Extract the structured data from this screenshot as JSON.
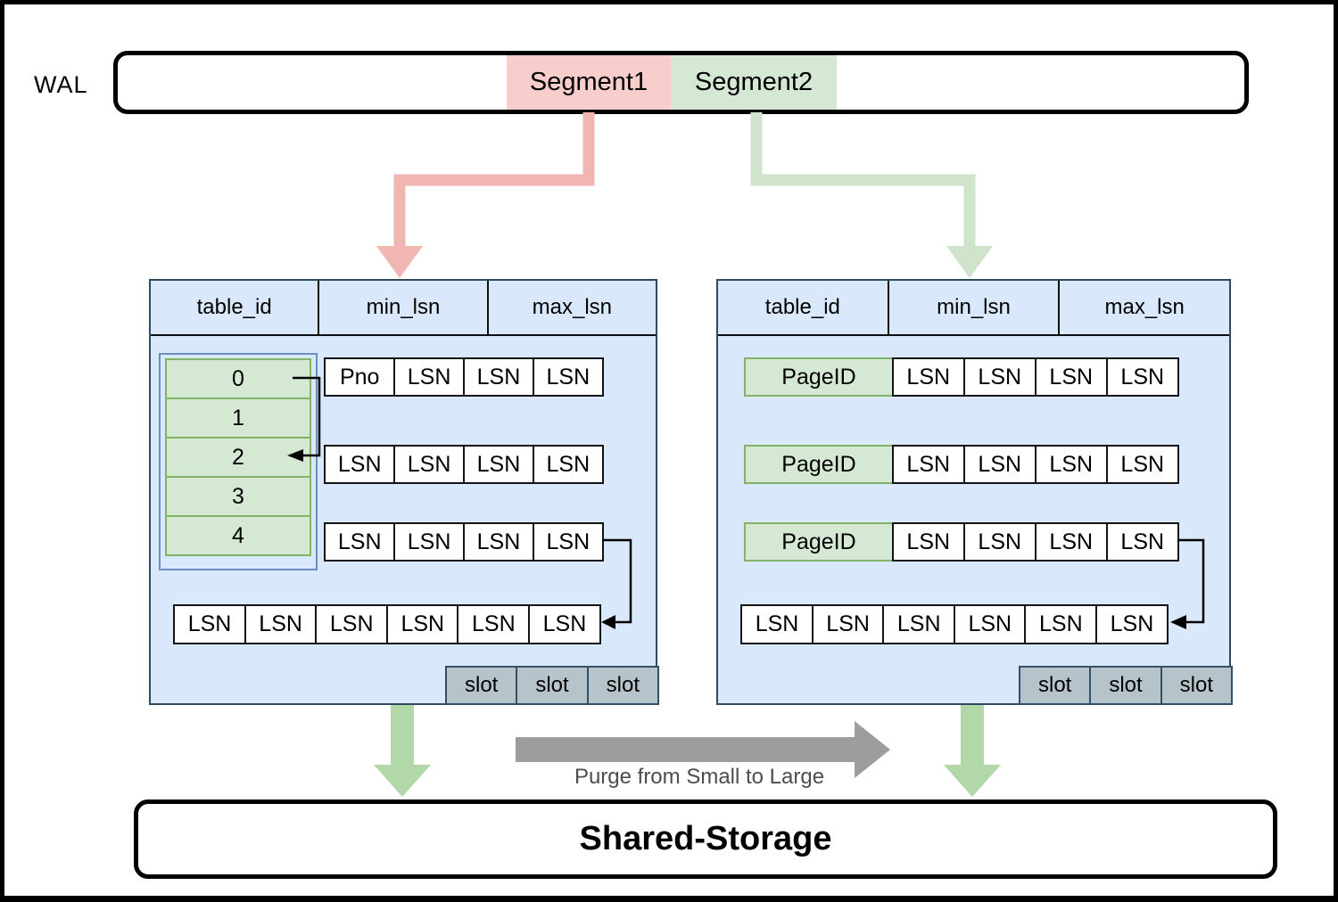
{
  "wal": {
    "label": "WAL",
    "segment1": "Segment1",
    "segment2": "Segment2"
  },
  "tables": {
    "left": {
      "headers": [
        "table_id",
        "min_lsn",
        "max_lsn"
      ],
      "table_id_list": [
        "0",
        "1",
        "2",
        "3",
        "4"
      ],
      "row1": {
        "first": "Pno",
        "rest": [
          "LSN",
          "LSN",
          "LSN"
        ]
      },
      "row2": [
        "LSN",
        "LSN",
        "LSN",
        "LSN"
      ],
      "row3": [
        "LSN",
        "LSN",
        "LSN",
        "LSN"
      ],
      "row4": [
        "LSN",
        "LSN",
        "LSN",
        "LSN",
        "LSN",
        "LSN"
      ],
      "slots": [
        "slot",
        "slot",
        "slot"
      ]
    },
    "right": {
      "headers": [
        "table_id",
        "min_lsn",
        "max_lsn"
      ],
      "row1": {
        "first": "PageID",
        "rest": [
          "LSN",
          "LSN",
          "LSN",
          "LSN"
        ]
      },
      "row2": {
        "first": "PageID",
        "rest": [
          "LSN",
          "LSN",
          "LSN",
          "LSN"
        ]
      },
      "row3": {
        "first": "PageID",
        "rest": [
          "LSN",
          "LSN",
          "LSN",
          "LSN"
        ]
      },
      "row4": [
        "LSN",
        "LSN",
        "LSN",
        "LSN",
        "LSN",
        "LSN"
      ],
      "slots": [
        "slot",
        "slot",
        "slot"
      ]
    }
  },
  "purge_label": "Purge from Small to Large",
  "storage_label": "Shared-Storage",
  "colors": {
    "segment1_fill": "#f8cecc",
    "segment2_fill": "#d5e8d4",
    "table_fill": "#dae8fc",
    "green_cell_fill": "#d5e8d4",
    "green_cell_border": "#82b366",
    "list_box_border": "#6c8ebf",
    "slot_fill": "#b6c3cb",
    "pink_arrow": "#f2b6b2",
    "light_green_arrow": "#cfe4cb",
    "green_arrow": "#b2d7a9",
    "gray_arrow": "#9d9d9d",
    "purge_text": "#4d4d4d"
  }
}
